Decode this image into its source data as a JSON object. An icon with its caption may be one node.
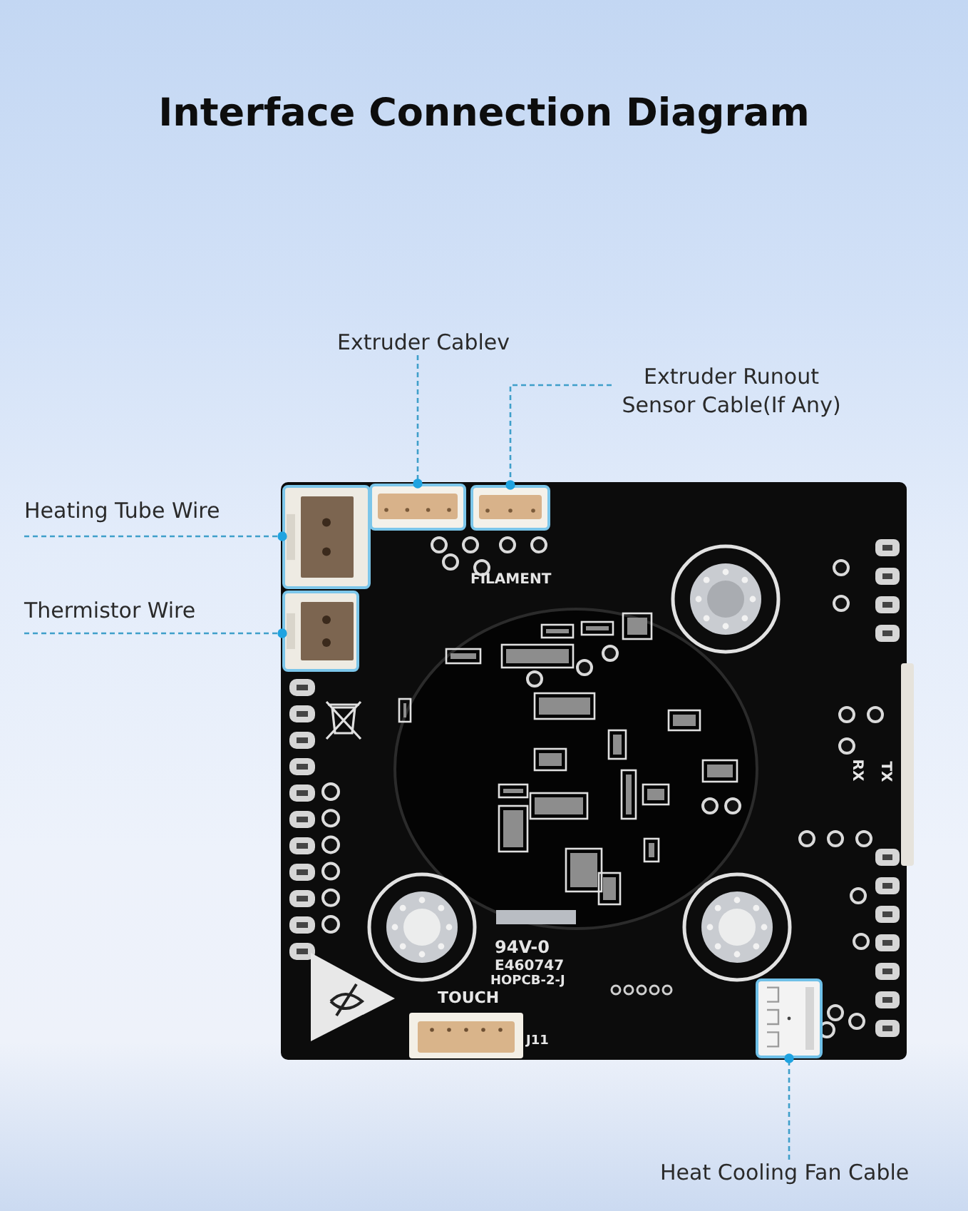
{
  "diagram": {
    "title": "Interface Connection Diagram",
    "nodes": [
      {
        "text": [
          "Extruder Cablev"
        ]
      },
      {
        "text": [
          "Extruder Runout Sensor Cable(If Any)"
        ]
      },
      {
        "text": [
          "Heating Tube Wire"
        ]
      },
      {
        "text": [
          "Thermistor Wire"
        ]
      },
      {
        "text": [
          "Heat Cooling Fan Cable"
        ]
      },
      {
        "text": [],
        "shape": "box"
      },
      {
        "text": [],
        "shape": "box"
      },
      {
        "text": [],
        "shape": "box"
      },
      {
        "text": [],
        "shape": "box"
      },
      {
        "text": [],
        "shape": "box"
      }
    ],
    "edges": [
      {
        "from": 0,
        "to": 5,
        "arrow": "other",
        "style": "dashed"
      },
      {
        "from": 1,
        "to": 6,
        "arrow": "other",
        "style": "dashed"
      },
      {
        "from": 2,
        "to": 7,
        "arrow": "other",
        "style": "dashed"
      },
      {
        "from": 3,
        "to": 8,
        "arrow": "other",
        "style": "dashed"
      },
      {
        "from": 4,
        "to": 9,
        "arrow": "other",
        "style": "dashed"
      }
    ],
    "labels": [
      "FILAMENT",
      "RX",
      "TX",
      "94V-0",
      "E460747",
      "HOPCB-2-J",
      "TOUCH",
      "J11"
    ]
  }
}
